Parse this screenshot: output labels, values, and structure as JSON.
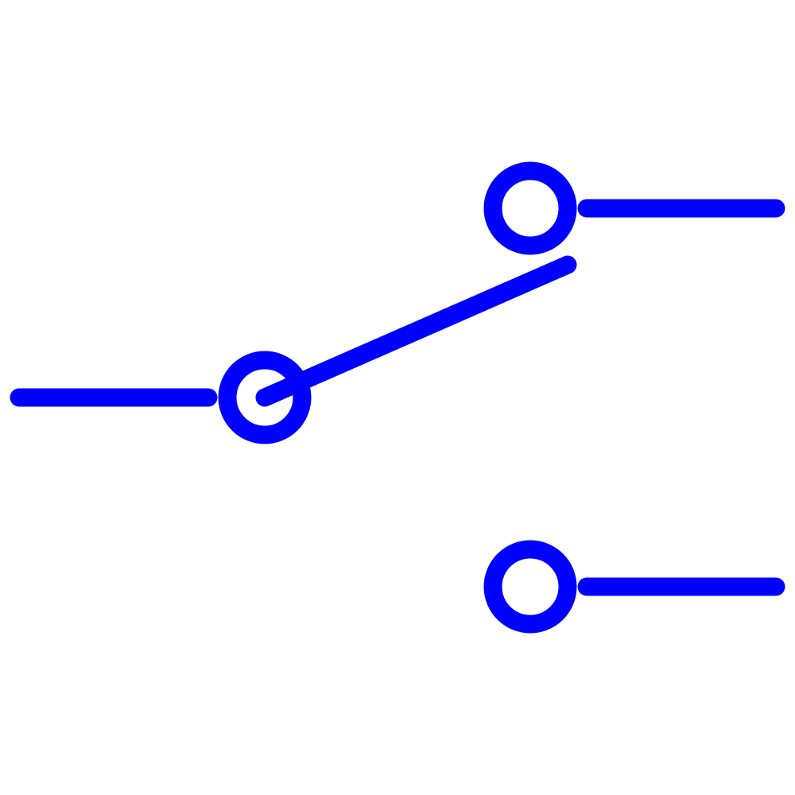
{
  "diagram": {
    "type": "spdt-switch-symbol",
    "state": "common-connected-to-upper-terminal",
    "colors": {
      "background": "#ffffff",
      "stroke": "#0000ff"
    },
    "components": [
      "input-lead",
      "common-terminal",
      "switch-blade",
      "upper-terminal",
      "upper-output-lead",
      "lower-terminal",
      "lower-output-lead"
    ]
  }
}
